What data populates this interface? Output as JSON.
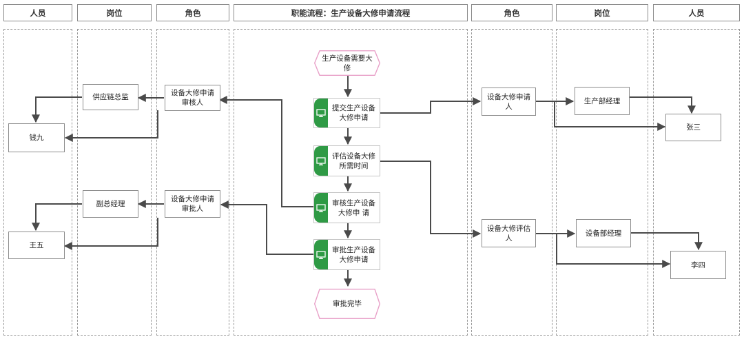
{
  "headers": {
    "left_person": "人员",
    "left_post": "岗位",
    "left_role": "角色",
    "flow": "职能流程：生产设备大修申请流程",
    "right_role": "角色",
    "right_post": "岗位",
    "right_person": "人员"
  },
  "left": {
    "persons": [
      "钱九",
      "王五"
    ],
    "posts": [
      "供应链总监",
      "副总经理"
    ],
    "roles": [
      "设备大修申请审核人",
      "设备大修申请审批人"
    ]
  },
  "flow": {
    "start": "生产设备需要大修",
    "end": "审批完毕",
    "tasks": [
      "提交生产设备大修申请",
      "评估设备大修所需时间",
      "审核生产设备大修申 请",
      "审批生产设备大修申请"
    ]
  },
  "right": {
    "roles": [
      "设备大修申请人",
      "设备大修评估人"
    ],
    "posts": [
      "生产部经理",
      "设备部经理"
    ],
    "persons": [
      "张三",
      "李四"
    ]
  },
  "colors": {
    "task_tab": "#2f9a45",
    "terminal_border": "#e8a0c8",
    "connector": "#4a4a4a"
  }
}
